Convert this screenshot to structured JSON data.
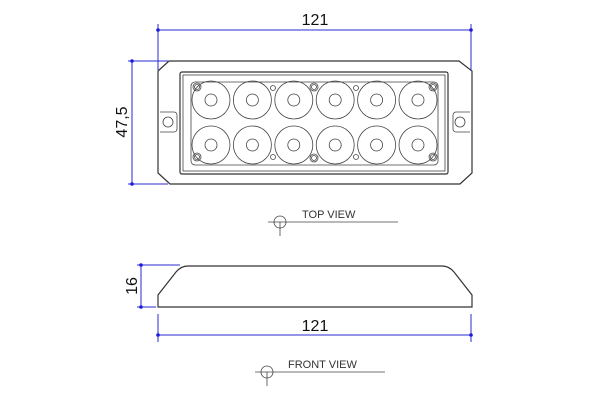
{
  "top_view": {
    "label": "TOP VIEW",
    "width_dimension": "121",
    "height_dimension": "47,5",
    "led_rows": 2,
    "led_columns": 6
  },
  "front_view": {
    "label": "FRONT VIEW",
    "width_dimension": "121",
    "height_dimension": "16"
  },
  "colors": {
    "dimension_line": "#2a2ad0",
    "outline": "#333333"
  }
}
